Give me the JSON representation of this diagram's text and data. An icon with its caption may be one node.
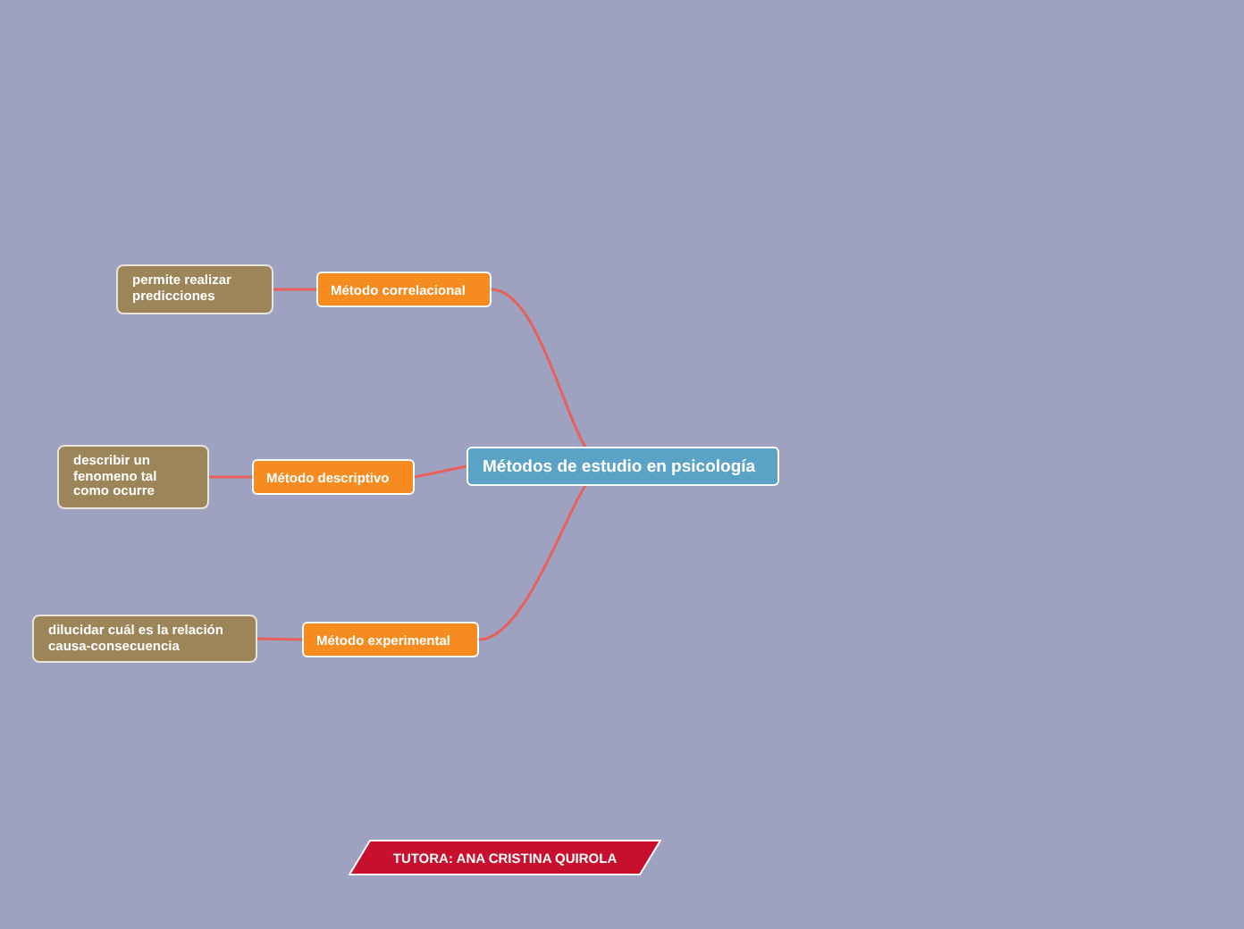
{
  "diagram": {
    "nodes": [
      {
        "text": [
          "Métodos de estudio en psicología"
        ]
      },
      {
        "text": [
          "Método correlacional"
        ]
      },
      {
        "text": [
          "permite realizar predicciones"
        ]
      },
      {
        "text": [
          "Método descriptivo"
        ]
      },
      {
        "text": [
          "describir un fenomeno tal como ocurre"
        ]
      },
      {
        "text": [
          "Método experimental"
        ]
      },
      {
        "text": [
          "dilucidar cuál es la relación causa-consecuencia"
        ]
      },
      {
        "text": [
          "TUTORA: ANA CRISTINA QUIROLA"
        ]
      }
    ],
    "edges": [
      {
        "from": 0,
        "to": 1,
        "arrow": "none"
      },
      {
        "from": 1,
        "to": 2,
        "arrow": "none"
      },
      {
        "from": 0,
        "to": 3,
        "arrow": "none"
      },
      {
        "from": 3,
        "to": 4,
        "arrow": "none"
      },
      {
        "from": 0,
        "to": 5,
        "arrow": "none"
      },
      {
        "from": 5,
        "to": 6,
        "arrow": "none"
      }
    ]
  }
}
